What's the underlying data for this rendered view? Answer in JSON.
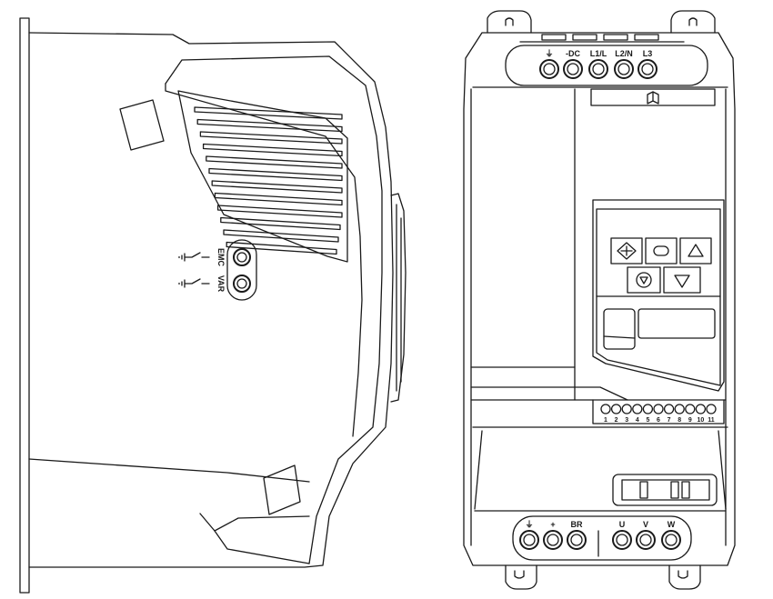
{
  "side_view": {
    "switch_labels": [
      "EMC",
      "VAR"
    ]
  },
  "front_view": {
    "top_terminals": [
      "⏚",
      "-DC",
      "L1/L",
      "L2/N",
      "L3"
    ],
    "book_icon": "book-icon",
    "keypad_icons": [
      "start-icon",
      "stop-icon",
      "navigate-icon",
      "up-icon",
      "down-icon"
    ],
    "control_terminals": [
      "1",
      "2",
      "3",
      "4",
      "5",
      "6",
      "7",
      "8",
      "9",
      "10",
      "11"
    ],
    "bottom_terminals": [
      "⏚",
      "+",
      "BR",
      "U",
      "V",
      "W"
    ]
  }
}
